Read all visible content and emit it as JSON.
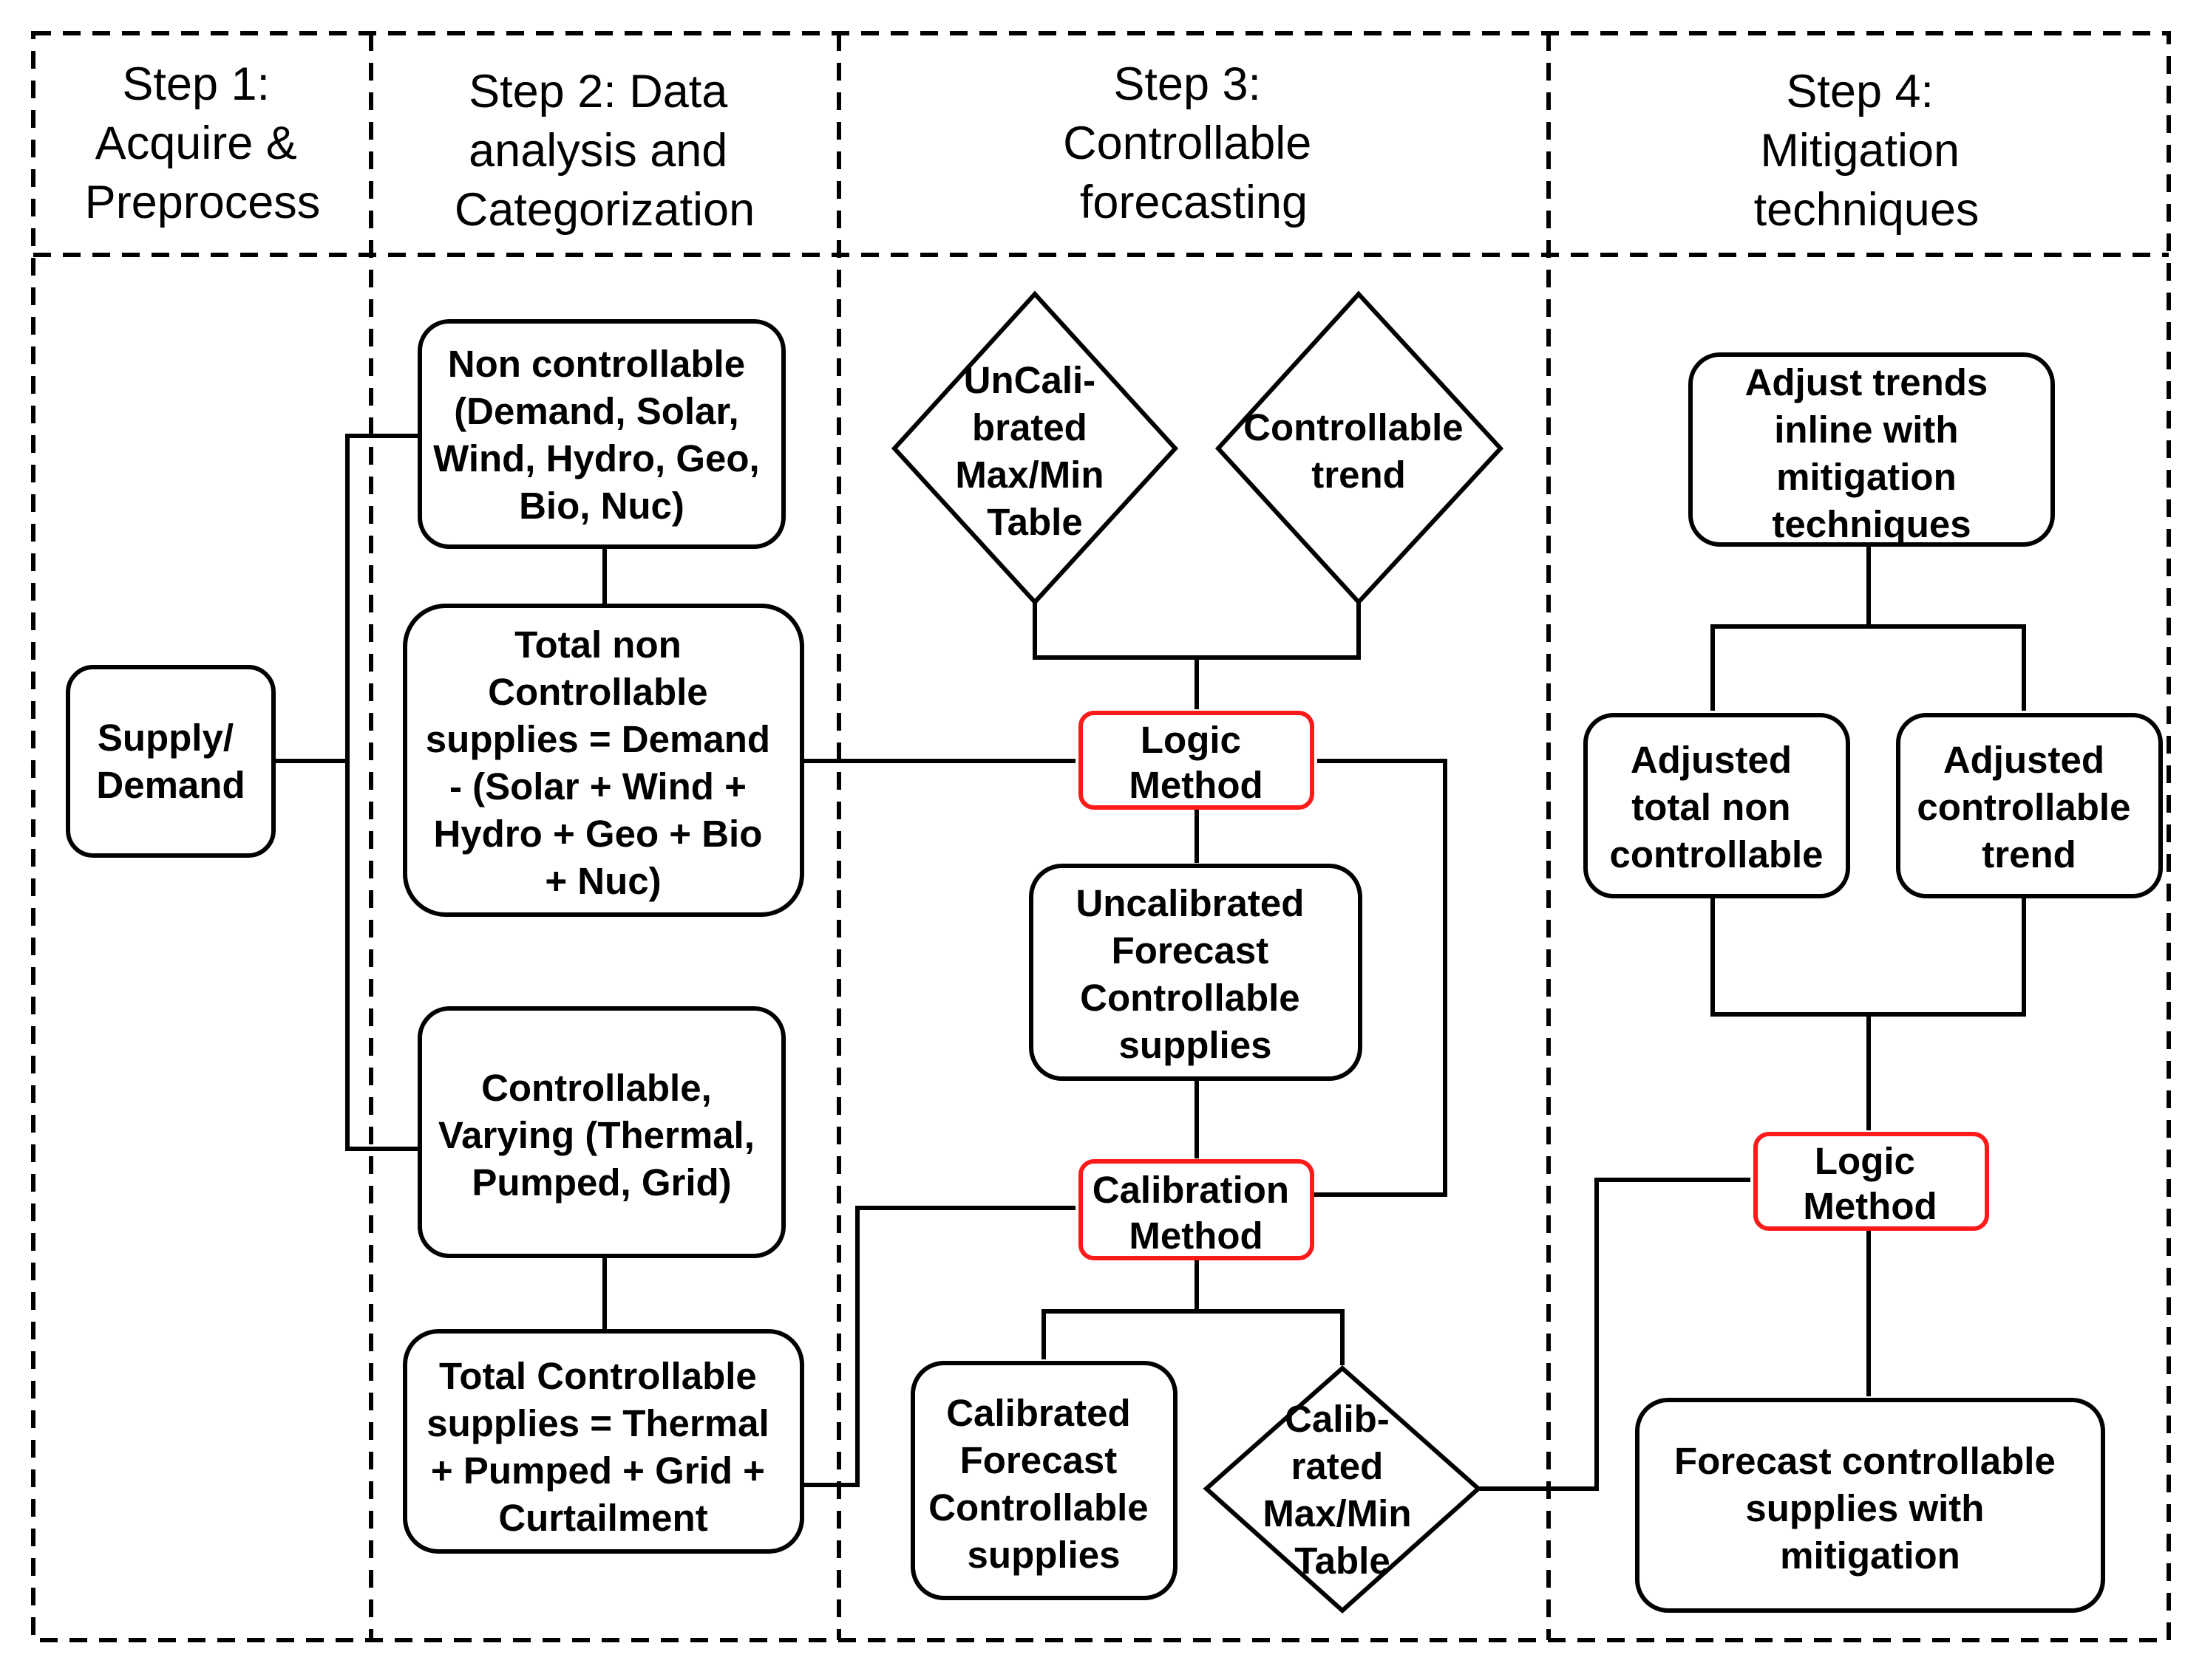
{
  "steps": {
    "step1": [
      "Step 1:",
      "Acquire &",
      "Preprocess"
    ],
    "step2": [
      "Step 2: Data",
      "analysis and",
      "Categorization"
    ],
    "step3": [
      "Step 3:",
      "Controllable",
      "forecasting"
    ],
    "step4": [
      "Step 4:",
      "Mitigation",
      "techniques"
    ]
  },
  "nodes": {
    "supply_demand": [
      "Supply/",
      "Demand"
    ],
    "non_controllable": [
      "Non controllable",
      "(Demand, Solar,",
      "Wind, Hydro, Geo,",
      "Bio, Nuc)"
    ],
    "total_non_controllable": [
      "Total non",
      "Controllable",
      "supplies = Demand",
      "- (Solar + Wind +",
      "Hydro + Geo + Bio",
      "+ Nuc)"
    ],
    "controllable_varying": [
      "Controllable,",
      "Varying (Thermal,",
      "Pumped, Grid)"
    ],
    "total_controllable": [
      "Total Controllable",
      "supplies = Thermal",
      "+ Pumped + Grid +",
      "Curtailment"
    ],
    "uncalibrated_table": [
      "UnCali-",
      "brated",
      "Max/Min",
      "Table"
    ],
    "controllable_trend": [
      "Controllable",
      "trend"
    ],
    "logic_method_3": [
      "Logic",
      "Method"
    ],
    "uncalibrated_forecast": [
      "Uncalibrated",
      "Forecast",
      "Controllable",
      "supplies"
    ],
    "calibration_method": [
      "Calibration",
      "Method"
    ],
    "calibrated_forecast": [
      "Calibrated",
      "Forecast",
      "Controllable",
      "supplies"
    ],
    "calibrated_table": [
      "Calib-",
      "rated",
      "Max/Min",
      "Table"
    ],
    "adjust_trends": [
      "Adjust trends",
      "inline with",
      "mitigation",
      "techniques"
    ],
    "adjusted_total_non": [
      "Adjusted",
      "total non",
      "controllable"
    ],
    "adjusted_controllable_trend": [
      "Adjusted",
      "controllable",
      "trend"
    ],
    "logic_method_4": [
      "Logic",
      "Method"
    ],
    "forecast_mitigation": [
      "Forecast controllable",
      "supplies with",
      "mitigation"
    ]
  },
  "colors": {
    "stroke": "#000000",
    "method_highlight": "#ff1a1a",
    "fill": "#ffffff"
  }
}
